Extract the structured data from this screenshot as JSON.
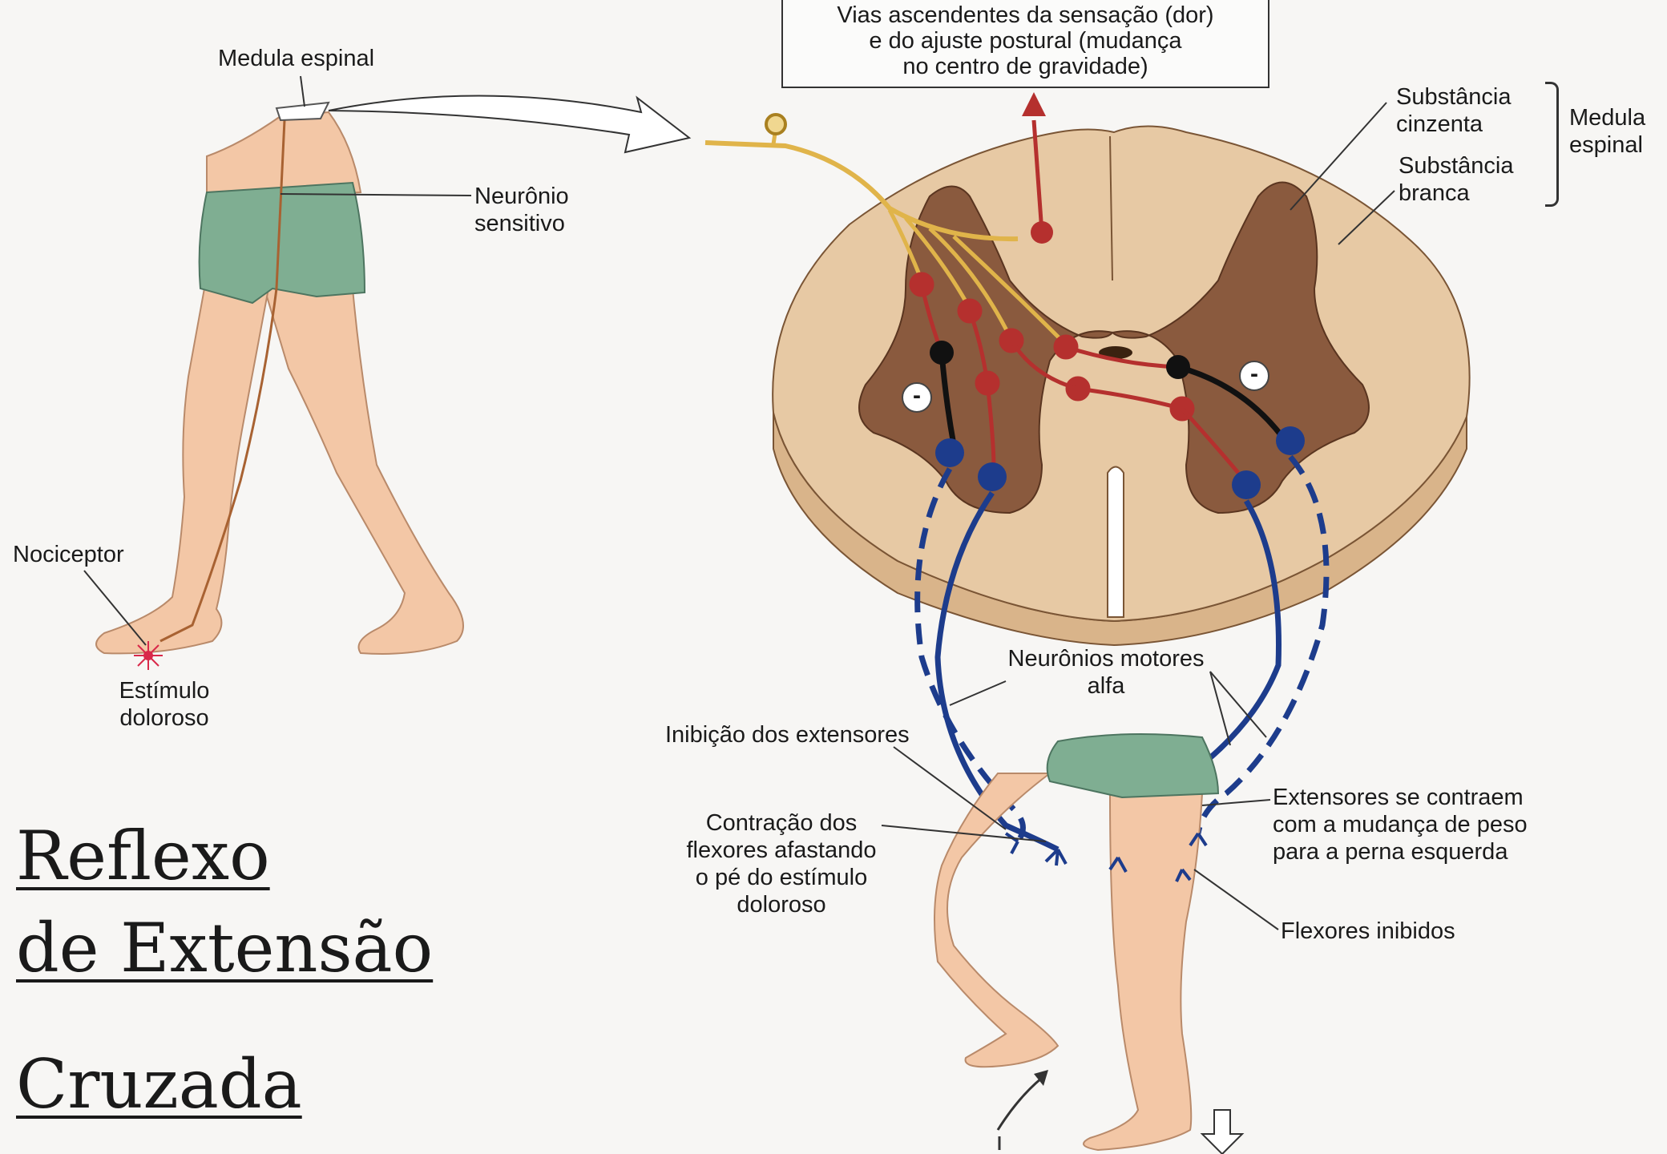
{
  "labels": {
    "medula_espinal_top": "Medula espinal",
    "ascending_box": [
      "Vias ascendentes da sensação (dor)",
      "e do ajuste postural (mudança",
      "no centro de gravidade)"
    ],
    "substancia_cinzenta": [
      "Substância",
      "cinzenta"
    ],
    "substancia_branca": [
      "Substância",
      "branca"
    ],
    "medula_espinal_right": [
      "Medula",
      "espinal"
    ],
    "neuronio_sensitivo": [
      "Neurônio",
      "sensitivo"
    ],
    "nociceptor": "Nociceptor",
    "estimulo_doloroso": [
      "Estímulo",
      "doloroso"
    ],
    "neuronios_motores_alfa": [
      "Neurônios motores",
      "alfa"
    ],
    "inibicao_extensores": "Inibição dos extensores",
    "contracao_flexores": [
      "Contração dos",
      "flexores afastando",
      "o pé do estímulo",
      "doloroso"
    ],
    "extensores_contraem": [
      "Extensores se contraem",
      "com a mudança de peso",
      "para a perna esquerda"
    ],
    "flexores_inibidos": "Flexores inibidos",
    "minus_sign": "-"
  },
  "title": [
    "Reflexo",
    "de Extensão",
    "Cruzada"
  ],
  "colors": {
    "skin": "#f3c7a6",
    "shorts": "#7fae92",
    "white_matter": "#e7c9a4",
    "gray_matter": "#8a5a3e",
    "sensory_neuron": "#e0b44a",
    "interneuron": "#b5302e",
    "inhibitory_interneuron": "#111111",
    "motor_neuron": "#1d3c8c"
  }
}
